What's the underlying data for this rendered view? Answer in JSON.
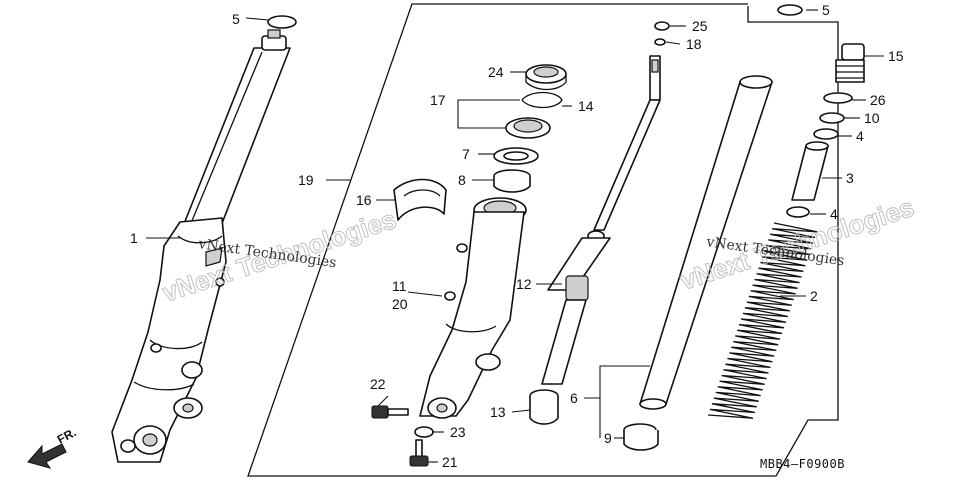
{
  "diagram_code": "MBB4–F0900B",
  "direction_label": "FR.",
  "watermark_text": "vNext Technologies",
  "callouts": [
    {
      "id": "c5a",
      "label": "5"
    },
    {
      "id": "c5b",
      "label": "5"
    },
    {
      "id": "c1",
      "label": "1"
    },
    {
      "id": "c19",
      "label": "19"
    },
    {
      "id": "c24",
      "label": "24"
    },
    {
      "id": "c17",
      "label": "17"
    },
    {
      "id": "c14",
      "label": "14"
    },
    {
      "id": "c7",
      "label": "7"
    },
    {
      "id": "c8",
      "label": "8"
    },
    {
      "id": "c16",
      "label": "16"
    },
    {
      "id": "c11",
      "label": "11"
    },
    {
      "id": "c20",
      "label": "20"
    },
    {
      "id": "c22",
      "label": "22"
    },
    {
      "id": "c23",
      "label": "23"
    },
    {
      "id": "c21",
      "label": "21"
    },
    {
      "id": "c25",
      "label": "25"
    },
    {
      "id": "c18",
      "label": "18"
    },
    {
      "id": "c12",
      "label": "12"
    },
    {
      "id": "c13",
      "label": "13"
    },
    {
      "id": "c6",
      "label": "6"
    },
    {
      "id": "c9",
      "label": "9"
    },
    {
      "id": "c15",
      "label": "15"
    },
    {
      "id": "c26",
      "label": "26"
    },
    {
      "id": "c10",
      "label": "10"
    },
    {
      "id": "c4a",
      "label": "4"
    },
    {
      "id": "c3",
      "label": "3"
    },
    {
      "id": "c4b",
      "label": "4"
    },
    {
      "id": "c2",
      "label": "2"
    }
  ]
}
